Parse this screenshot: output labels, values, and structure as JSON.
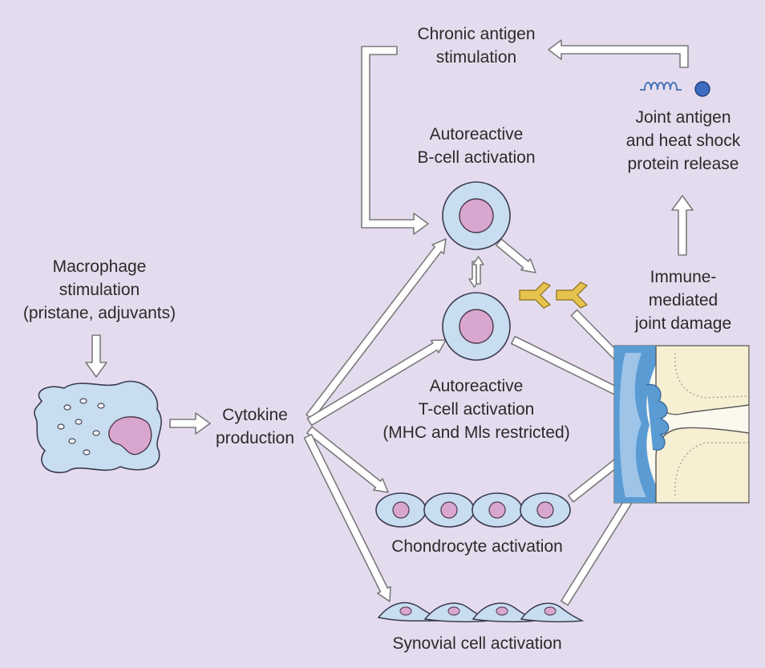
{
  "diagram": {
    "colors": {
      "background": "#e4dcee",
      "cell_fill": "#c8ddef",
      "nucleus": "#d9a6cf",
      "antibody": "#e6c24e",
      "cartilage": "#f6efd2",
      "synovium": "#5a9bd4",
      "arrow_fill": "#ffffff",
      "arrow_stroke": "#777777"
    },
    "labels": {
      "macrophage": [
        "Macrophage",
        "stimulation",
        "(pristane, adjuvants)"
      ],
      "cytokine": [
        "Cytokine",
        "production"
      ],
      "chronic": [
        "Chronic antigen",
        "stimulation"
      ],
      "bcell": [
        "Autoreactive",
        "B-cell activation"
      ],
      "tcell": [
        "Autoreactive",
        "T-cell activation",
        "(MHC and Mls restricted)"
      ],
      "chondrocyte": [
        "Chondrocyte activation"
      ],
      "synovial": [
        "Synovial cell activation"
      ],
      "joint_antigen": [
        "Joint antigen",
        "and heat shock",
        "protein release"
      ],
      "immune_damage": [
        "Immune-",
        "mediated",
        "joint damage"
      ]
    },
    "icons": [
      "macrophage-cell",
      "b-cell",
      "t-cell",
      "antibody",
      "chondrocyte-cell",
      "synovial-cell",
      "heat-shock-protein",
      "joint-antigen-sphere",
      "joint-cross-section"
    ]
  }
}
